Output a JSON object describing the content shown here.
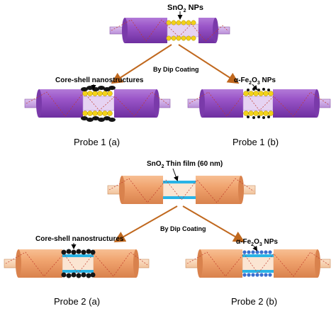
{
  "top_section": {
    "source_label": "SnO",
    "source_sub": "2",
    "source_suffix": " NPs",
    "arrow_label": "By Dip Coating",
    "left_label": "Core-shell nanostructures",
    "right_label_prefix": "α-Fe",
    "right_label_sub1": "2",
    "right_label_mid": "O",
    "right_label_sub2": "3",
    "right_label_suffix": " NPs",
    "probe_a": "Probe 1 (a)",
    "probe_b": "Probe 1 (b)"
  },
  "bottom_section": {
    "source_label": "SnO",
    "source_sub": "2",
    "source_suffix": " Thin film (60 nm)",
    "arrow_label": "By Dip Coating",
    "left_label": "Core-shell nanostructures",
    "right_label_prefix": "α-Fe",
    "right_label_sub1": "2",
    "right_label_mid": "O",
    "right_label_sub2": "3",
    "right_label_suffix": " NPs",
    "probe_a": "Probe 2 (a)",
    "probe_b": "Probe 2 (b)"
  },
  "colors": {
    "fiber1": "#9a55c8",
    "fiber1_light": "#c7a0e2",
    "core1": "#e6d3f2",
    "fiber2": "#f0a36e",
    "fiber2_light": "#f6c8a4",
    "core2": "#fbe5d2",
    "np_yellow": "#f2d21a",
    "np_black": "#151515",
    "np_blue": "#3b6fcf",
    "film_cyan": "#29b4e6",
    "arrow": "#c0681e"
  }
}
